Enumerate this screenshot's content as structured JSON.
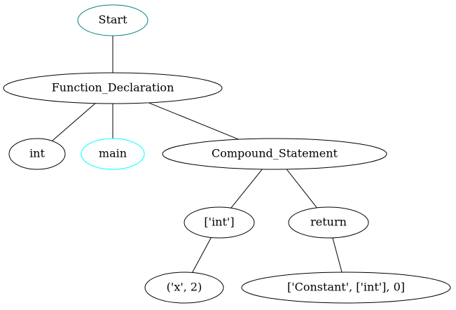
{
  "diagram": {
    "type": "tree",
    "nodes": [
      {
        "id": "start",
        "label": "Start",
        "outline": "#008080"
      },
      {
        "id": "func_decl",
        "label": "Function_Declaration",
        "outline": "#000000"
      },
      {
        "id": "int",
        "label": "int",
        "outline": "#000000"
      },
      {
        "id": "main",
        "label": "main",
        "outline": "#00ffff"
      },
      {
        "id": "compound",
        "label": "Compound_Statement",
        "outline": "#000000"
      },
      {
        "id": "int_list",
        "label": "['int']",
        "outline": "#000000"
      },
      {
        "id": "return",
        "label": "return",
        "outline": "#000000"
      },
      {
        "id": "x2",
        "label": "('x', 2)",
        "outline": "#000000"
      },
      {
        "id": "constant",
        "label": "['Constant', ['int'], 0]",
        "outline": "#000000"
      }
    ],
    "edges": [
      {
        "from": "start",
        "to": "func_decl"
      },
      {
        "from": "func_decl",
        "to": "int"
      },
      {
        "from": "func_decl",
        "to": "main"
      },
      {
        "from": "func_decl",
        "to": "compound"
      },
      {
        "from": "compound",
        "to": "int_list"
      },
      {
        "from": "compound",
        "to": "return"
      },
      {
        "from": "int_list",
        "to": "x2"
      },
      {
        "from": "return",
        "to": "constant"
      }
    ]
  }
}
